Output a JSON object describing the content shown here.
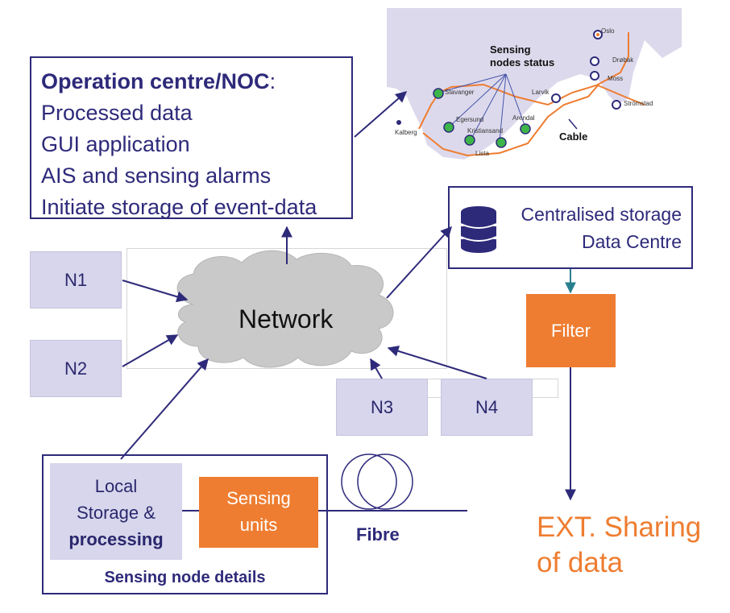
{
  "operation_centre": {
    "title": "Operation centre/NOC",
    "title_suffix": ":",
    "lines": [
      "Processed data",
      "GUI application",
      "AIS and sensing alarms",
      "Initiate storage of event-data"
    ]
  },
  "network": {
    "label": "Network"
  },
  "nodes": {
    "n1": "N1",
    "n2": "N2",
    "n3": "N3",
    "n4": "N4"
  },
  "storage": {
    "line1": "Centralised storage",
    "line2": "Data Centre",
    "icon": "database-icon"
  },
  "filter": {
    "label": "Filter"
  },
  "ext_sharing": {
    "line1": "EXT. Sharing",
    "line2": "of data"
  },
  "sensing_node": {
    "local_line1": "Local",
    "local_line2": "Storage &",
    "local_line3": "processing",
    "sensing_line1": "Sensing",
    "sensing_line2": "units",
    "caption": "Sensing node details"
  },
  "fibre": {
    "label": "Fibre"
  },
  "map": {
    "title_line1": "Sensing",
    "title_line2": "nodes status",
    "cable_label": "Cable",
    "places": [
      "Oslo",
      "Drøbak",
      "Moss",
      "Strömstad",
      "Larvik",
      "Stavanger",
      "Egersund",
      "Kristiansand",
      "Arendal",
      "Lista",
      "Kalberg"
    ]
  },
  "colors": {
    "navy": "#2e2a7a",
    "orange": "#ee7d31",
    "node_fill": "#d7d6ec",
    "cloud": "#c9c9c9",
    "teal_arrow": "#2a7f8f"
  }
}
